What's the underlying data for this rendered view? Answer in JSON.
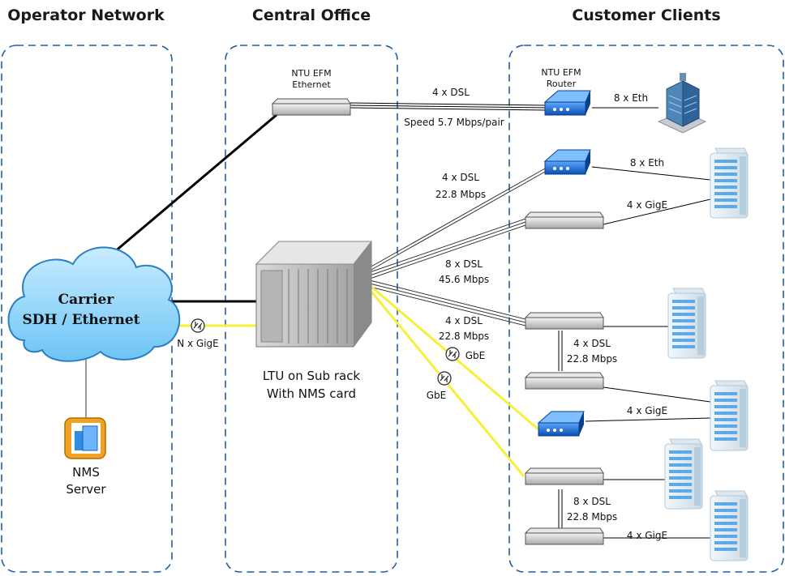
{
  "headers": {
    "operator": "Operator Network",
    "central": "Central Office",
    "customer": "Customer Clients"
  },
  "cloud": {
    "line1": "Carrier",
    "line2": "SDH / Ethernet"
  },
  "nms": {
    "line1": "NMS",
    "line2": "Server"
  },
  "ngige": "N x GigE",
  "ntu_eth": {
    "line1": "NTU EFM",
    "line2": "Ethernet"
  },
  "ntu_router": {
    "line1": "NTU EFM",
    "line2": "Router"
  },
  "ltu": {
    "line1": "LTU on Sub rack",
    "line2": "With NMS card"
  },
  "links": {
    "l1_top": "4 x DSL",
    "l1_bottom": "Speed 5.7 Mbps/pair",
    "l2_top": "4 x DSL",
    "l2_bottom": "22.8 Mbps",
    "l3_top": "8 x DSL",
    "l3_bottom": "45.6 Mbps",
    "l4_top": "4 x DSL",
    "l4_bottom": "22.8 Mbps",
    "gbe1": "GbE",
    "gbe2": "GbE",
    "v1_top": "4 x DSL",
    "v1_bottom": "22.8 Mbps",
    "v2_top": "8 x DSL",
    "v2_bottom": "22.8 Mbps"
  },
  "client_links": {
    "c1": "8 x Eth",
    "c2": "8 x Eth",
    "c3": "4 x GigE",
    "c4": "4 x GigE",
    "c5": "4 x GigE"
  }
}
